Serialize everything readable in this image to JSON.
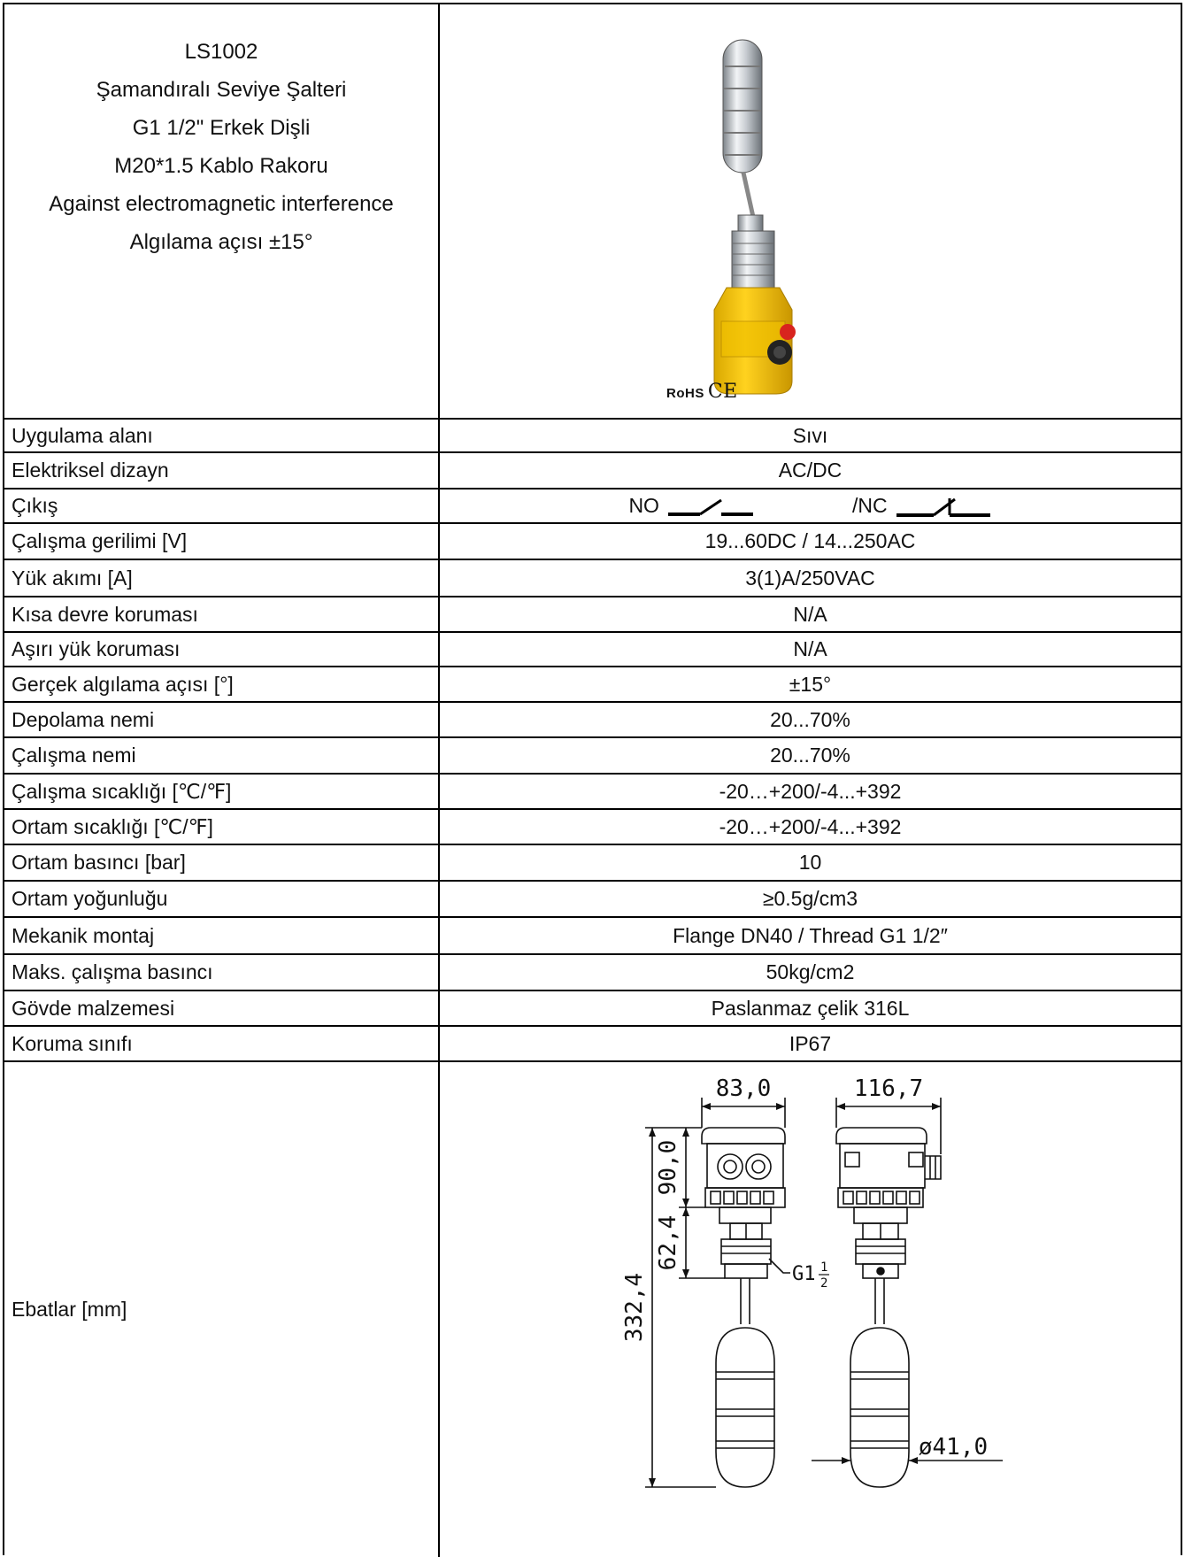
{
  "header": {
    "lines": [
      "LS1002",
      "Şamandıralı Seviye Şalteri",
      "G1 1/2\" Erkek Dişli",
      "M20*1.5 Kablo Rakoru",
      "Against electromagnetic interference",
      "Algılama açısı  ±15°"
    ],
    "certifications": {
      "rohs": "RoHS",
      "ce": "CE"
    }
  },
  "specs": [
    {
      "label": "Uygulama alanı",
      "value": "Sıvı"
    },
    {
      "label": "Elektriksel dizayn",
      "value": "AC/DC"
    },
    {
      "label": "Çıkış",
      "no": "NO",
      "nc": "/NC"
    },
    {
      "label": "Çalışma gerilimi [V]",
      "value": "19...60DC / 14...250AC"
    },
    {
      "label": "Yük akımı  [A]",
      "value": "3(1)A/250VAC"
    },
    {
      "label": "Kısa devre koruması",
      "value": "N/A"
    },
    {
      "label": "Aşırı yük koruması",
      "value": "N/A"
    },
    {
      "label": "Gerçek algılama açısı [°]",
      "value": "±15°"
    },
    {
      "label": "Depolama nemi",
      "value": "20...70%"
    },
    {
      "label": "Çalışma nemi",
      "value": "20...70%"
    },
    {
      "label": "Çalışma sıcaklığı [℃/℉]",
      "value": "-20…+200/-4...+392"
    },
    {
      "label": "Ortam sıcaklığı [℃/℉]",
      "value": "-20…+200/-4...+392"
    },
    {
      "label": "Ortam basıncı [bar]",
      "value": "10"
    },
    {
      "label": "Ortam yoğunluğu",
      "value": "≥0.5g/cm3"
    },
    {
      "label": "Mekanik montaj",
      "value": "Flange  DN40  /  Thread G1 1/2″"
    },
    {
      "label": "Maks. çalışma basıncı",
      "value": "50kg/cm2"
    },
    {
      "label": "Gövde malzemesi",
      "value": "Paslanmaz çelik 316L"
    },
    {
      "label": "Koruma sınıfı",
      "value": "IP67"
    }
  ],
  "dimensions": {
    "label": "Ebatlar [mm]",
    "width_front": "83,0",
    "width_side": "116,7",
    "head_height": "90,0",
    "neck_height": "62,4",
    "total_height": "332,4",
    "thread": "G1",
    "thread_num": "1",
    "thread_den": "2",
    "float_diameter": "ø41,0"
  }
}
